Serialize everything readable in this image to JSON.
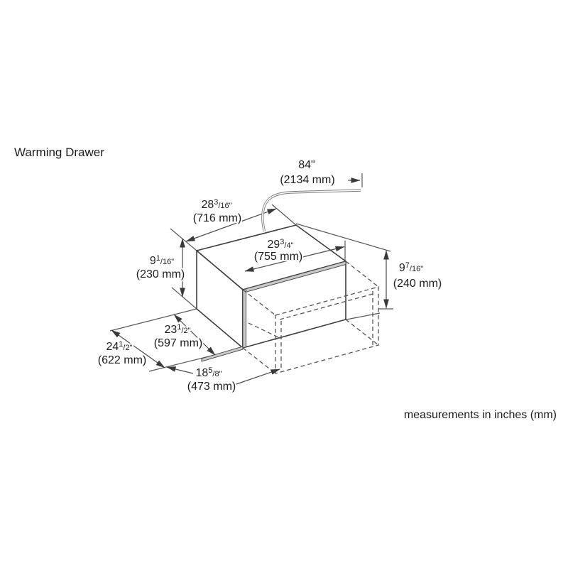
{
  "page": {
    "title": "Warming Drawer",
    "footnote": "measurements in inches (mm)"
  },
  "dims": {
    "cord": {
      "in_a": "84\"",
      "in_sup": "",
      "in_sub": "",
      "mm": "(2134 mm)"
    },
    "back_width": {
      "in_a": "28",
      "in_sup": "3",
      "in_sub": "/16\"",
      "mm": "(716 mm)"
    },
    "front_width": {
      "in_a": "29",
      "in_sup": "3",
      "in_sub": "/4\"",
      "mm": "(755 mm)"
    },
    "height_left": {
      "in_a": "9",
      "in_sup": "1",
      "in_sub": "/16\"",
      "mm": "(230 mm)"
    },
    "height_right": {
      "in_a": "9",
      "in_sup": "7",
      "in_sub": "/16\"",
      "mm": "(240 mm)"
    },
    "depth_inner": {
      "in_a": "23",
      "in_sup": "1",
      "in_sub": "/2\"",
      "mm": "(597 mm)"
    },
    "depth_outer": {
      "in_a": "24",
      "in_sup": "1",
      "in_sub": "/2\"",
      "mm": "(622 mm)"
    },
    "pullout": {
      "in_a": "18",
      "in_sup": "5",
      "in_sub": "/8\"",
      "mm": "(473 mm)"
    }
  }
}
